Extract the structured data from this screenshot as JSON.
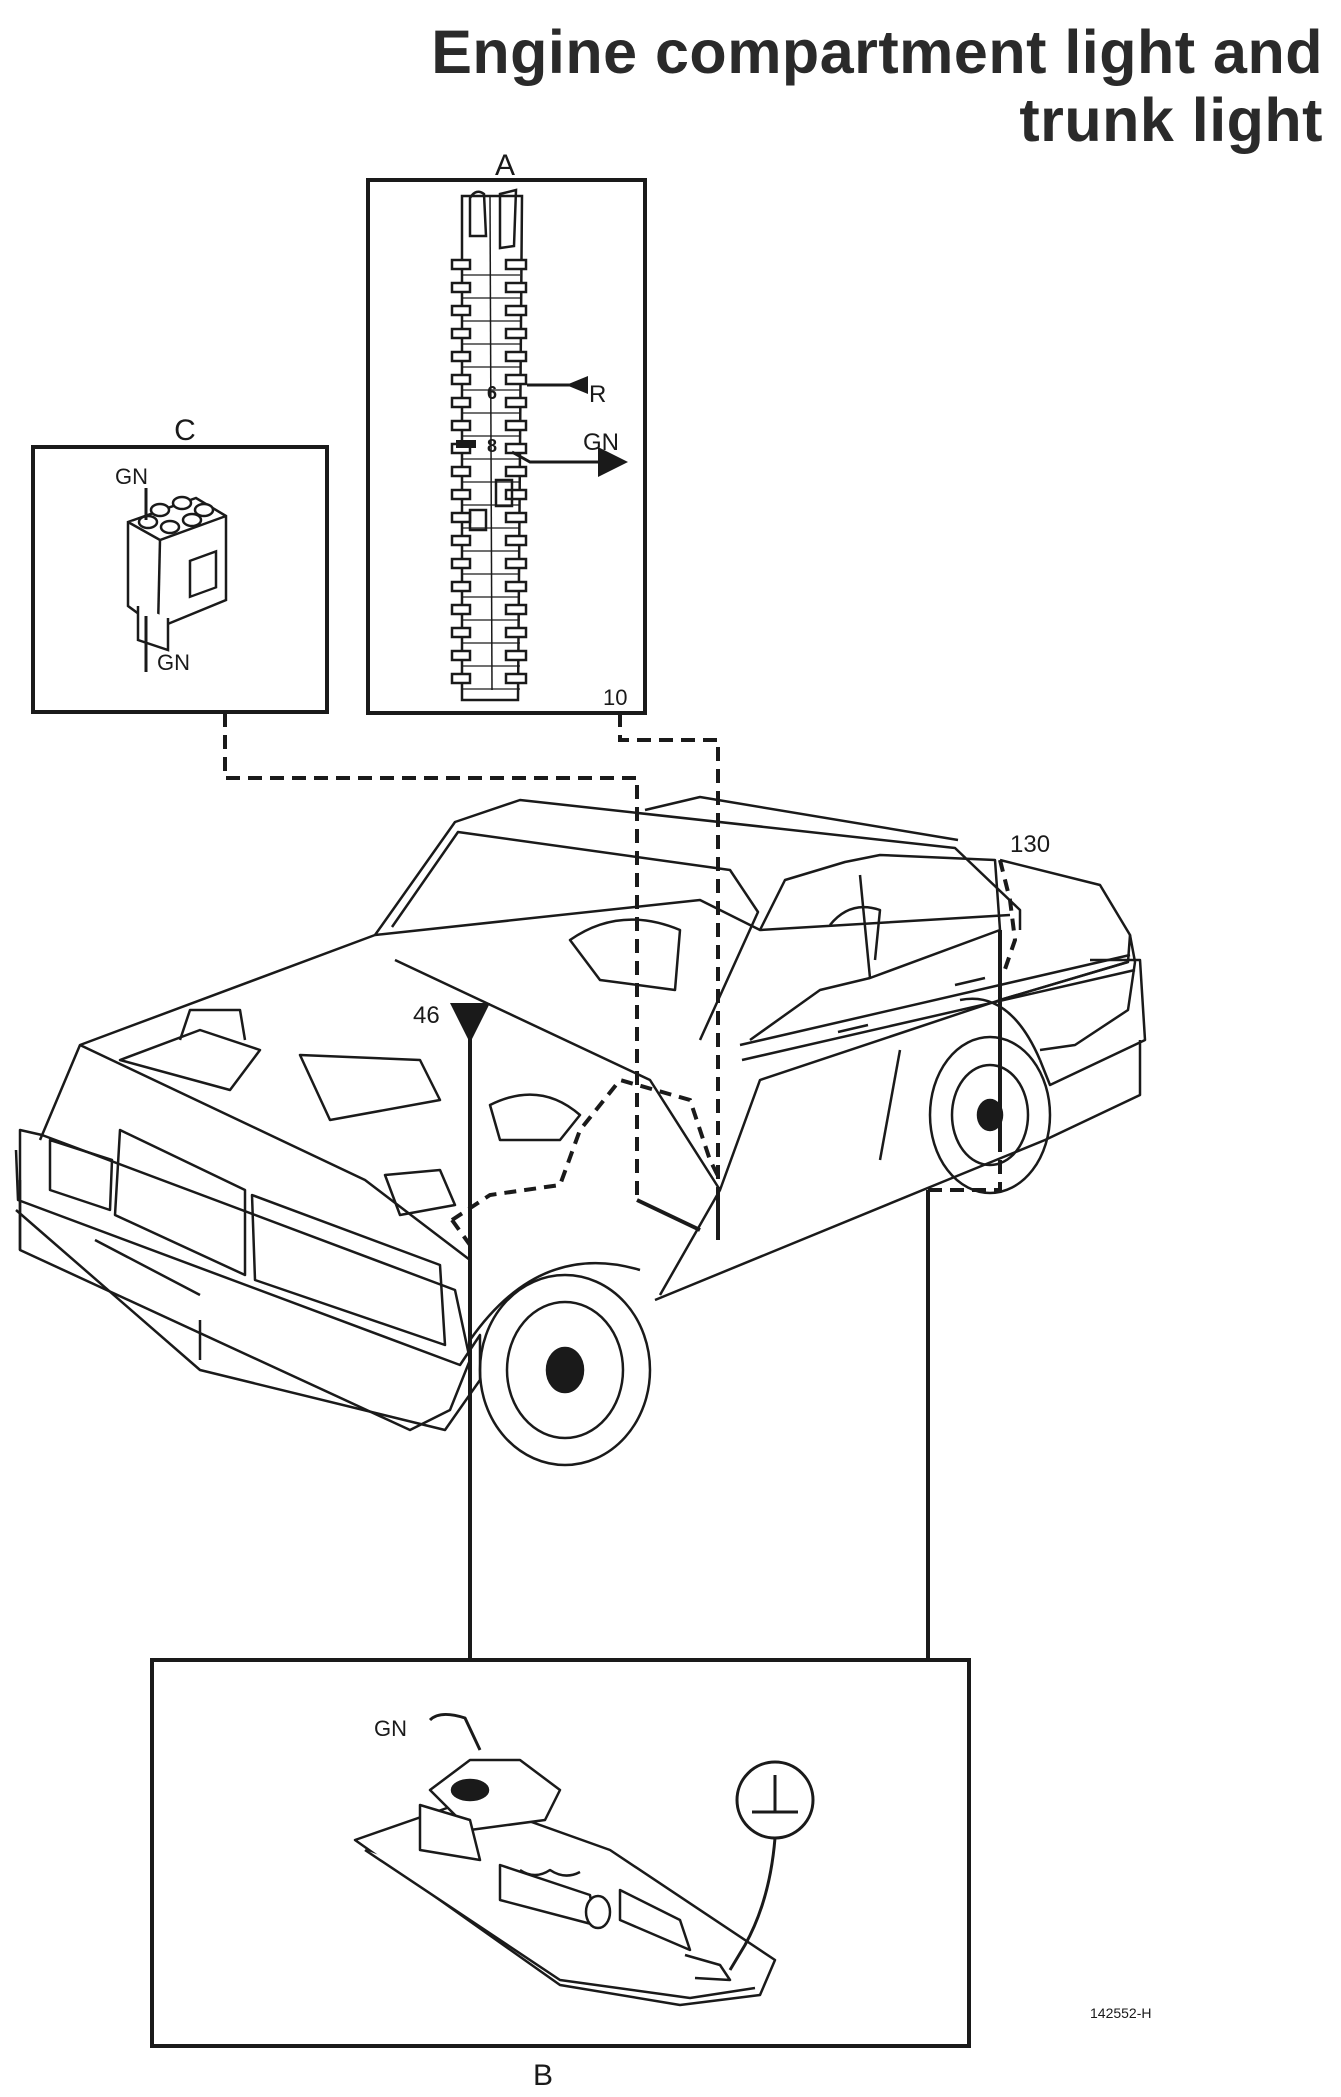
{
  "title": {
    "line1": "Engine compartment light and",
    "line2": "trunk light"
  },
  "panels": {
    "a": {
      "label": "A",
      "ref_number": "10",
      "terminal_6": "6",
      "terminal_8": "8",
      "wire_r": "R",
      "wire_gn": "GN"
    },
    "b": {
      "label": "B",
      "wire_gn": "GN"
    },
    "c": {
      "label": "C",
      "wire_gn_top": "GN",
      "wire_gn_bottom": "GN"
    }
  },
  "callouts": {
    "engine": "46",
    "trunk": "130"
  },
  "figure_code": "142552-H",
  "colors": {
    "ink": "#1a1a1a",
    "paper": "#ffffff"
  }
}
